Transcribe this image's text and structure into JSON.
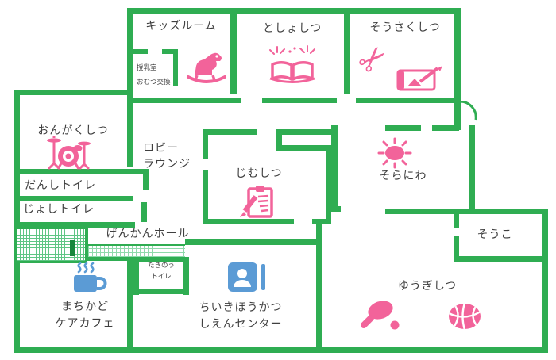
{
  "colors": {
    "wall": "#2fad52",
    "walldark": "#17873c",
    "hatch": "#5fc584",
    "hatch2": "#8fd9ab",
    "pink": "#f2639a",
    "blue": "#5b9bd5",
    "text": "#3f3f3f"
  },
  "rooms": {
    "kids": {
      "label": "キッズルーム"
    },
    "nursing": {
      "line1": "授乳室",
      "line2": "おむつ交換"
    },
    "library": {
      "label": "としょしつ"
    },
    "craft": {
      "label": "そうさくしつ"
    },
    "music": {
      "label": "おんがくしつ"
    },
    "mens_toilet": {
      "label": "だんしトイレ"
    },
    "womens_toilet": {
      "label": "じょしトイレ"
    },
    "lobby": {
      "line1": "ロビー",
      "line2": "ラウンジ"
    },
    "office": {
      "label": "じむしつ"
    },
    "sky_garden": {
      "label": "そらにわ"
    },
    "entrance_hall": {
      "label": "げんかんホール"
    },
    "storage": {
      "label": "そうこ"
    },
    "cafe": {
      "line1": "まちかど",
      "line2": "ケアカフェ"
    },
    "multi_toilet": {
      "line1": "たきのう",
      "line2": "トイレ"
    },
    "support_center": {
      "line1": "ちいきほうかつ",
      "line2": "しえんセンター"
    },
    "play_room": {
      "label": "ゆうぎしつ"
    }
  },
  "icons": {
    "scissors_glyph": "✂",
    "list": [
      "rocking-horse",
      "sparkle-book",
      "scissors",
      "blueprint",
      "drum-kit",
      "clipboard-pencil",
      "sun",
      "coffee-cup",
      "person-badge",
      "table-tennis",
      "basketball",
      "door-swing-arc"
    ]
  }
}
